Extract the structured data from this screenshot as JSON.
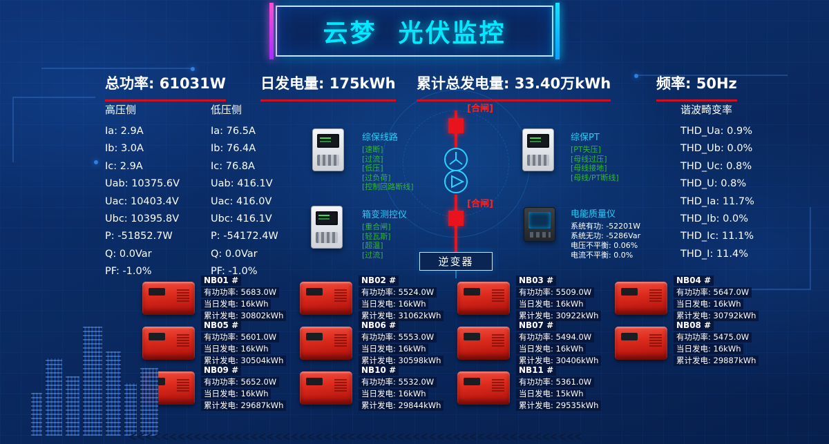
{
  "header": {
    "title": "云梦  光伏监控"
  },
  "stats": [
    {
      "label": "总功率:",
      "value": "61031W"
    },
    {
      "label": "日发电量:",
      "value": "175kWh"
    },
    {
      "label": "累计总发电量:",
      "value": "33.40万kWh"
    },
    {
      "label": "频率:",
      "value": "50Hz"
    }
  ],
  "high_side": {
    "title": "高压侧",
    "rows": [
      "Ia: 2.9A",
      "Ib: 3.0A",
      "Ic: 2.9A",
      "Uab: 10375.6V",
      "Uac: 10403.4V",
      "Ubc: 10395.8V",
      "P: -51852.7W",
      "Q: 0.0Var",
      "PF: -1.0%"
    ]
  },
  "low_side": {
    "title": "低压侧",
    "rows": [
      "Ia: 76.5A",
      "Ib: 76.4A",
      "Ic: 76.8A",
      "Uab: 416.1V",
      "Uac: 416.0V",
      "Ubc: 416.1V",
      "P: -54172.4W",
      "Q: 0.0Var",
      "PF: -1.0%"
    ]
  },
  "thd": {
    "title": "谐波畸变率",
    "rows": [
      "THD_Ua: 0.9%",
      "THD_Ub: 0.0%",
      "THD_Uc: 0.8%",
      "THD_U: 0.8%",
      "THD_Ia: 11.7%",
      "THD_Ib: 0.0%",
      "THD_Ic: 11.1%",
      "THD_I: 11.4%"
    ]
  },
  "diagram": {
    "breaker_top_label": "[合闸]",
    "breaker_bottom_label": "[合闸]",
    "inverter_bus_label": "逆变器"
  },
  "devices": {
    "line_protection": {
      "title": "综保线路",
      "signals": [
        "[速断]",
        "[过流]",
        "[低压]",
        "[过负荷]",
        "[控制回路断线]"
      ]
    },
    "box_transformer": {
      "title": "箱变测控仪",
      "signals": [
        "[重合闸]",
        "[轻瓦斯]",
        "[超温]",
        "[过流]"
      ]
    },
    "pt_protection": {
      "title": "综保PT",
      "signals": [
        "[PT失压]",
        "[母线过压]",
        "[母线接地]",
        "[母线/PT断线]"
      ]
    },
    "power_quality": {
      "title": "电能质量仪",
      "rows": [
        "系统有功: -52201W",
        "系统无功: -5286Var",
        "电压不平衡: 0.06%",
        "电流不平衡: 0.0%"
      ]
    }
  },
  "inverter_labels": {
    "power": "有功功率:",
    "daily": "当日发电:",
    "total": "累计发电:"
  },
  "inverters": [
    {
      "name": "NB01 #",
      "power": "5683.0W",
      "daily": "16kWh",
      "total": "30802kWh"
    },
    {
      "name": "NB02 #",
      "power": "5524.0W",
      "daily": "16kWh",
      "total": "31062kWh"
    },
    {
      "name": "NB03 #",
      "power": "5509.0W",
      "daily": "16kWh",
      "total": "30922kWh"
    },
    {
      "name": "NB04 #",
      "power": "5647.0W",
      "daily": "16kWh",
      "total": "30792kWh"
    },
    {
      "name": "NB05 #",
      "power": "5601.0W",
      "daily": "16kWh",
      "total": "30504kWh"
    },
    {
      "name": "NB06 #",
      "power": "5553.0W",
      "daily": "16kWh",
      "total": "30598kWh"
    },
    {
      "name": "NB07 #",
      "power": "5494.0W",
      "daily": "16kWh",
      "total": "30406kWh"
    },
    {
      "name": "NB08 #",
      "power": "5475.0W",
      "daily": "16kWh",
      "total": "29887kWh"
    },
    {
      "name": "NB09 #",
      "power": "5652.0W",
      "daily": "16kWh",
      "total": "29687kWh"
    },
    {
      "name": "NB10 #",
      "power": "5532.0W",
      "daily": "16kWh",
      "total": "29844kWh"
    },
    {
      "name": "NB11 #",
      "power": "5361.0W",
      "daily": "15kWh",
      "total": "29535kWh"
    }
  ],
  "colors": {
    "accent_cyan": "#00eaff",
    "alarm_red": "#e8131d",
    "signal_green": "#35b43a"
  },
  "decor": {
    "chevrons": "<<<<<<<<<<<<<<<<<<<<<<<<<<<<<<<<<<<<<<<<<<<<<<<<<<<<<<<<"
  }
}
